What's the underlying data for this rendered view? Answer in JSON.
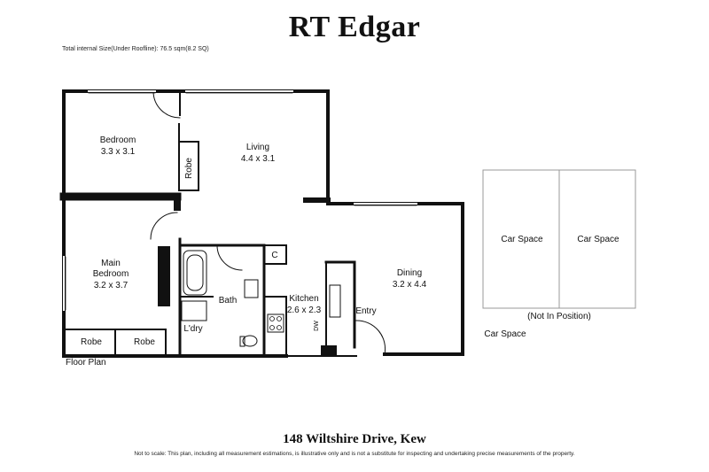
{
  "brand": "RT Edgar",
  "size_note": "Total internal Size(Under Roofline): 76.5 sqm(8.2 SQ)",
  "plan_label": "Floor Plan",
  "address": "148 Wiltshire Drive, Kew",
  "disclaimer": "Not to scale: This plan, including all measurement estimations, is illustrative only and is not a substitute for inspecting and  undertaking precise measurements of the property.",
  "rooms": {
    "bedroom": {
      "name": "Bedroom",
      "size": "3.3 x 3.1"
    },
    "living": {
      "name": "Living",
      "size": "4.4 x 3.1"
    },
    "robe_upper": {
      "name": "Robe"
    },
    "main_bedroom": {
      "name1": "Main",
      "name2": "Bedroom",
      "size": "3.2 x 3.7"
    },
    "bath": {
      "name": "Bath"
    },
    "laundry": {
      "name": "L'dry"
    },
    "kitchen": {
      "name": "Kitchen",
      "size": "2.6 x 2.3"
    },
    "c_cupboard": {
      "name": "C"
    },
    "dining": {
      "name": "Dining",
      "size": "3.2 x 4.4"
    },
    "entry": {
      "name": "Entry"
    },
    "dw": {
      "name": "DW"
    },
    "robe_left": {
      "name": "Robe"
    },
    "robe_right": {
      "name": "Robe"
    }
  },
  "car": {
    "space1": "Car Space",
    "space2": "Car Space",
    "note": "(Not In Position)",
    "label": "Car Space"
  }
}
